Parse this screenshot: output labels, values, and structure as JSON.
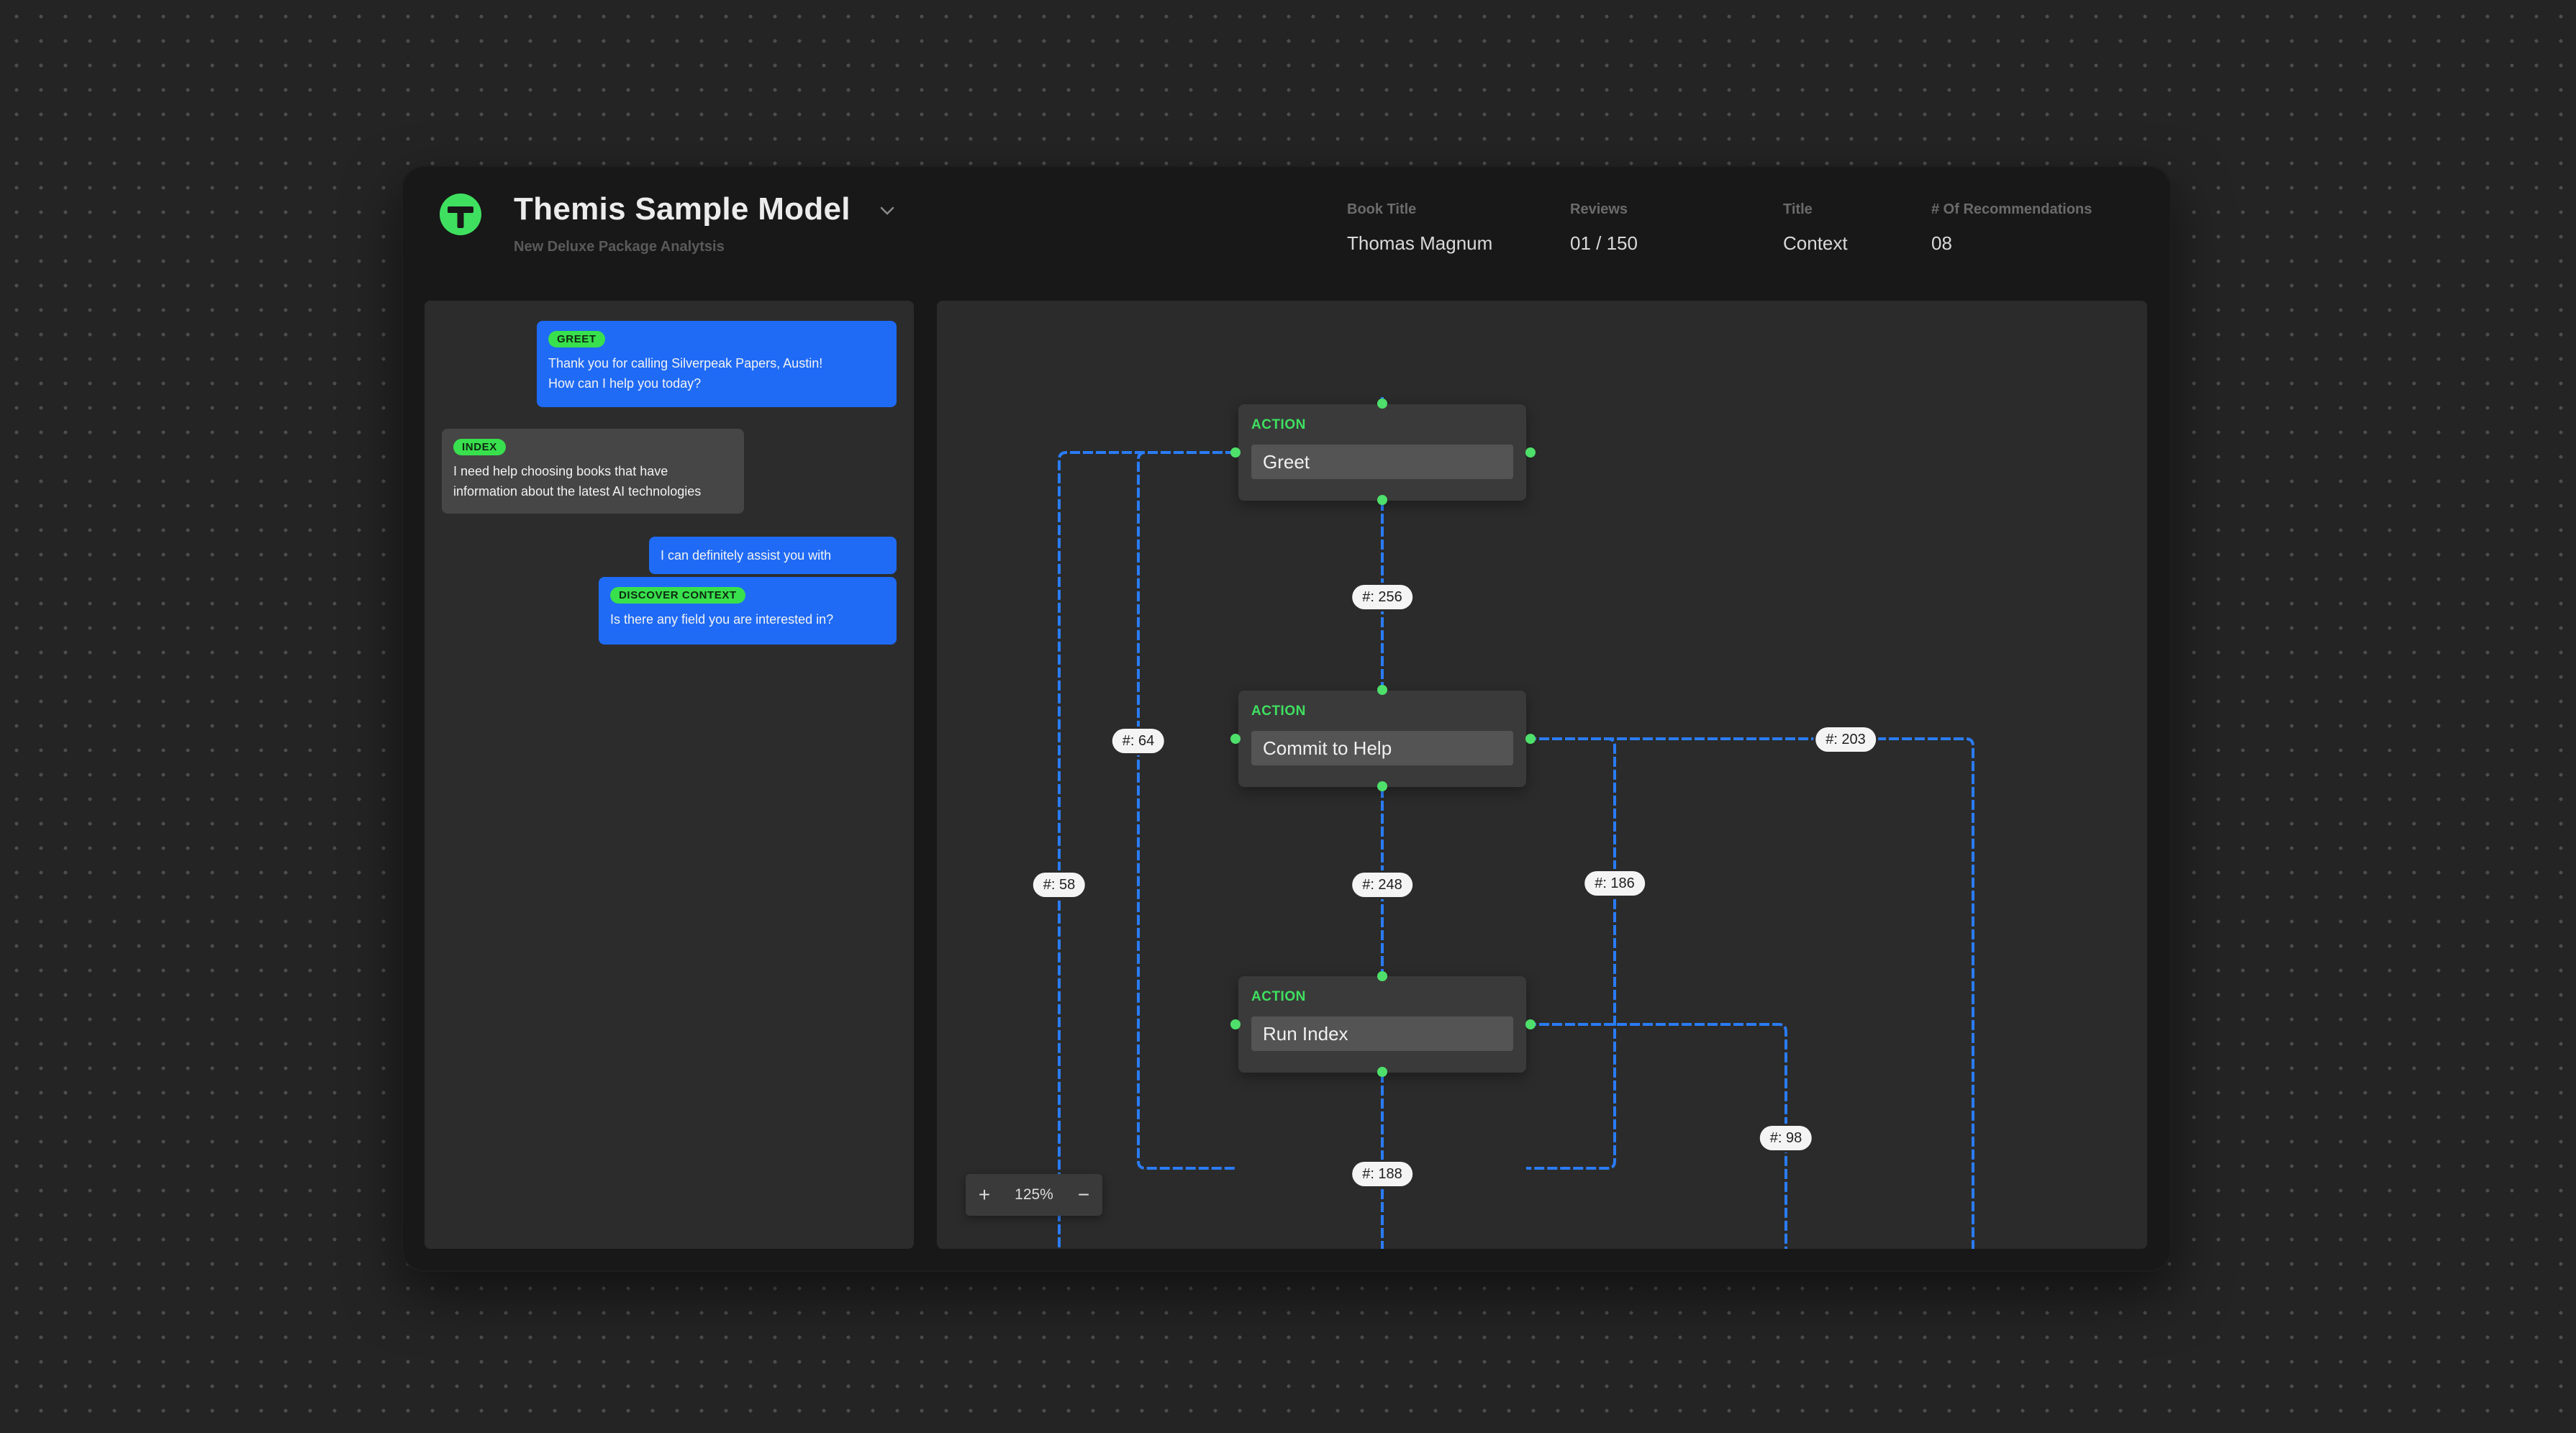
{
  "header": {
    "title": "Themis Sample Model",
    "subtitle": "New Deluxe Package Analytsis",
    "logo_icon": "themis-logo-icon",
    "chevron_icon": "chevron-down-icon",
    "meta": [
      {
        "label": "Book Title",
        "value": "Thomas Magnum"
      },
      {
        "label": "Reviews",
        "value": "01 / 150"
      },
      {
        "label": "Title",
        "value": "Context"
      },
      {
        "label": "# Of Recommendations",
        "value": "08"
      }
    ]
  },
  "chat": {
    "messages": [
      {
        "role": "agent",
        "tag": "GREET",
        "lines": [
          "Thank you for calling Silverpeak Papers, Austin!",
          "How can I help  you today?"
        ]
      },
      {
        "role": "user",
        "tag": "INDEX",
        "lines": [
          "I need help choosing books that have",
          "information about the latest AI technologies"
        ]
      },
      {
        "role": "agent",
        "tag": "",
        "lines": [
          "I can definitely assist you with"
        ]
      },
      {
        "role": "agent",
        "tag": "DISCOVER CONTEXT",
        "lines": [
          "Is there any field you are interested in?"
        ]
      }
    ]
  },
  "flow": {
    "nodes": [
      {
        "kind": "ACTION",
        "label": "Greet"
      },
      {
        "kind": "ACTION",
        "label": "Commit to Help"
      },
      {
        "kind": "ACTION",
        "label": "Run Index"
      }
    ],
    "edge_labels": [
      "#: 256",
      "#: 248",
      "#: 188",
      "#: 64",
      "#: 58",
      "#: 203",
      "#: 186",
      "#: 98"
    ]
  },
  "zoom": {
    "level": "125%",
    "plus": "+",
    "minus": "−"
  },
  "colors": {
    "accent_green": "#38e04d",
    "agent_blue": "#1f6bf5",
    "edge_blue": "#2a7cf6"
  }
}
